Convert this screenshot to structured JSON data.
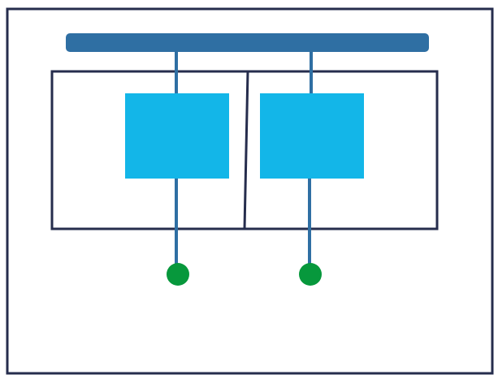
{
  "colors": {
    "background": "#ffffff",
    "frame": "#262d4d",
    "bus": "#2f6fa3",
    "connector": "#2f6fa3",
    "block": "#13b6e8",
    "terminal": "#07983c"
  },
  "diagram": {
    "compartments": 2,
    "blocks": 2,
    "terminals": 2
  }
}
